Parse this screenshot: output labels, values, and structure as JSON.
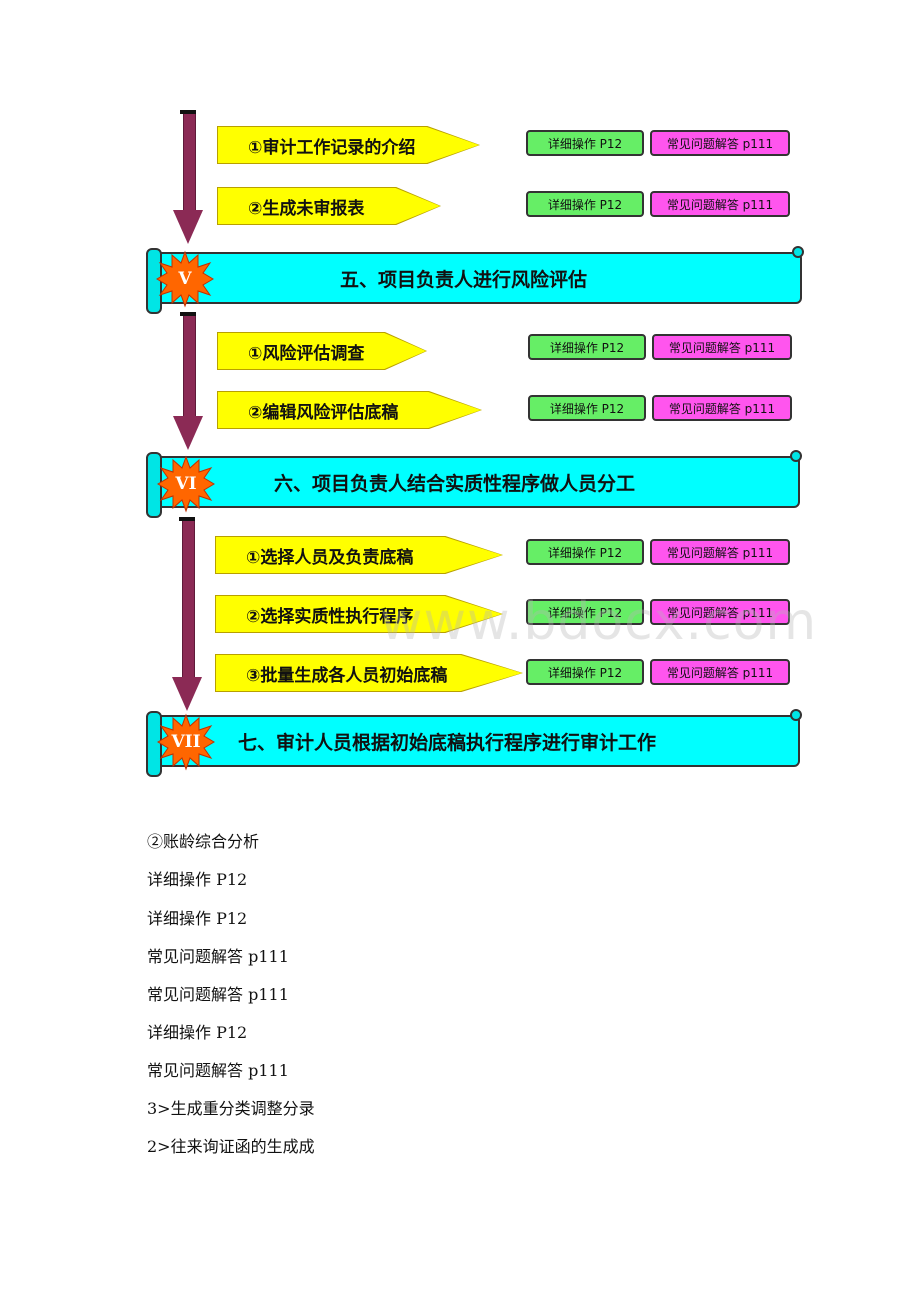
{
  "sections": [
    {
      "steps": [
        {
          "label": "①审计工作记录的介绍",
          "detail": "详细操作 P12",
          "faq": "常见问题解答 p111"
        },
        {
          "label": "②生成未审报表",
          "detail": "详细操作 P12",
          "faq": "常见问题解答 p111"
        }
      ]
    },
    {
      "banner_num": "V",
      "banner_title": "五、项目负责人进行风险评估",
      "steps": [
        {
          "label": "①风险评估调查",
          "detail": "详细操作 P12",
          "faq": "常见问题解答 p111"
        },
        {
          "label": "②编辑风险评估底稿",
          "detail": "详细操作 P12",
          "faq": "常见问题解答 p111"
        }
      ]
    },
    {
      "banner_num": "VI",
      "banner_title": "六、项目负责人结合实质性程序做人员分工",
      "steps": [
        {
          "label": "①选择人员及负责底稿",
          "detail": "详细操作 P12",
          "faq": "常见问题解答 p111"
        },
        {
          "label": "②选择实质性执行程序",
          "detail": "详细操作 P12",
          "faq": "常见问题解答 p111"
        },
        {
          "label": "③批量生成各人员初始底稿",
          "detail": "详细操作 P12",
          "faq": "常见问题解答 p111"
        }
      ]
    },
    {
      "banner_num": "VII",
      "banner_title": "七、审计人员根据初始底稿执行程序进行审计工作"
    }
  ],
  "watermark": "www.bdocx.com",
  "text_lines": [
    "②账龄综合分析",
    "详细操作 P12",
    "详细操作 P12",
    "常见问题解答 p111",
    "常见问题解答 p111",
    "详细操作 P12",
    "常见问题解答 p111",
    "3>生成重分类调整分录",
    "2>往来询证函的生成成"
  ],
  "colors": {
    "step_fill": "#ffff00",
    "banner_fill": "#00ffff",
    "arrow_fill": "#8b2a55",
    "detail_button": "#66ee66",
    "faq_button": "#ff55ee",
    "burst_fill": "#ff6600"
  }
}
